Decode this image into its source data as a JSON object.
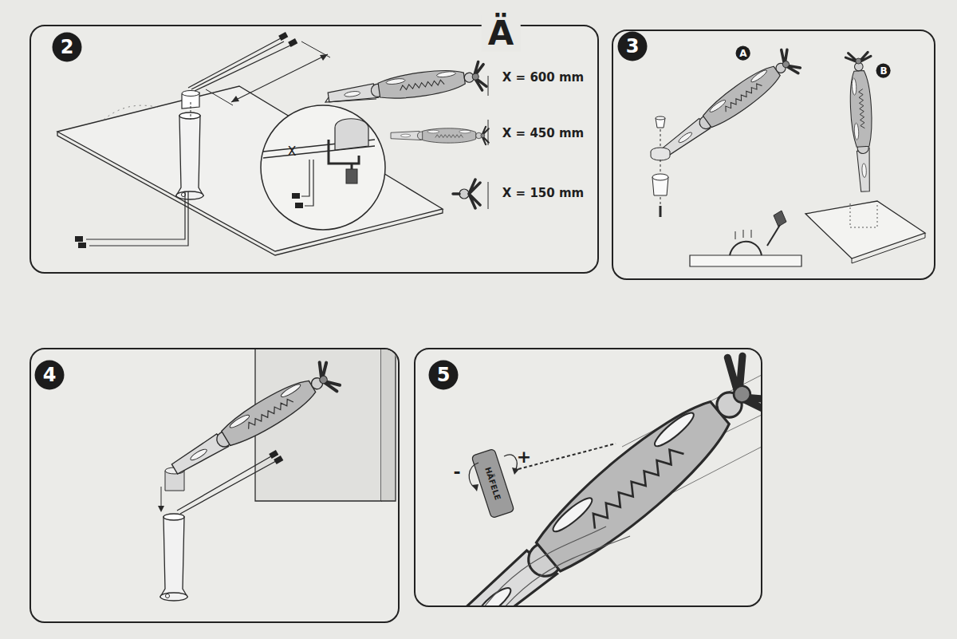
{
  "diagram": {
    "nodes": [
      {
        "text": [
          "2"
        ]
      },
      {
        "text": [
          "3"
        ]
      },
      {
        "text": [
          "A"
        ]
      },
      {
        "text": [
          "B"
        ]
      },
      {
        "text": [
          "4"
        ]
      },
      {
        "text": [
          "5"
        ]
      }
    ],
    "edges": [],
    "labels": [
      "Ä",
      "X",
      "X = 600 mm",
      "X = 450 mm",
      "X = 150 mm",
      "-",
      "+",
      "HÄFELE"
    ]
  }
}
